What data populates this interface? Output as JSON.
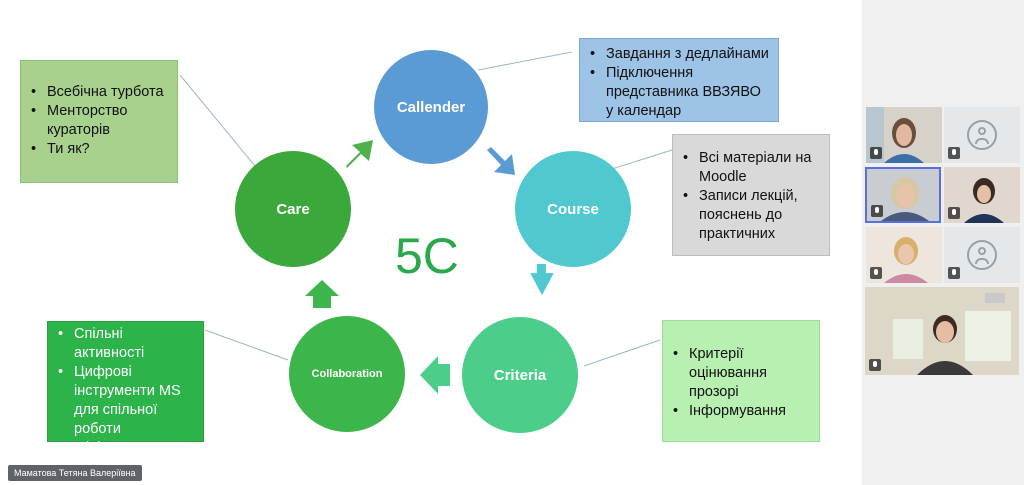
{
  "slide": {
    "center_title": "5C",
    "cycle": [
      {
        "key": "callender",
        "label": "Callender",
        "color": "#5b9bd5"
      },
      {
        "key": "course",
        "label": "Course",
        "color": "#4fc9cf"
      },
      {
        "key": "criteria",
        "label": "Criteria",
        "color": "#4ccd8a"
      },
      {
        "key": "collaboration",
        "label": "Collaboration",
        "color": "#3cb54a"
      },
      {
        "key": "care",
        "label": "Care",
        "color": "#3aa83a"
      }
    ],
    "boxes": {
      "callender": {
        "items": [
          "Завдання з дедлайнами",
          "Підключення представника ВВЗЯВО у календар"
        ],
        "bg": "#9dc3e6"
      },
      "course": {
        "items": [
          "Всі матеріали на Moodle",
          "Записи лекцій, пояснень до практичних"
        ],
        "bg": "#d9d9d9"
      },
      "criteria": {
        "items": [
          "Критерії оцінювання прозорі",
          "Інформування"
        ],
        "bg": "#b7f0b0"
      },
      "collaboration": {
        "items": [
          "Спільні активності",
          "Цифрові інструменти MS для спільної роботи",
          "Міні-проєкти"
        ],
        "bg": "#2cb34a"
      },
      "care": {
        "items": [
          "Всебічна турбота",
          "Менторство кураторів",
          "Ти як?"
        ],
        "bg": "#a9d18e"
      }
    }
  },
  "presenter": {
    "name": "Маматова Тетяна Валеріївна"
  },
  "participants": {
    "tiles": [
      {
        "type": "video",
        "icon": "mic-off-icon"
      },
      {
        "type": "avatar",
        "icon": "user-avatar-icon"
      },
      {
        "type": "video",
        "icon": "mic-off-icon"
      },
      {
        "type": "video",
        "icon": "mic-off-icon"
      },
      {
        "type": "video",
        "icon": "mic-off-icon"
      },
      {
        "type": "avatar",
        "icon": "user-avatar-icon"
      },
      {
        "type": "video",
        "icon": "mic-off-icon"
      }
    ]
  }
}
